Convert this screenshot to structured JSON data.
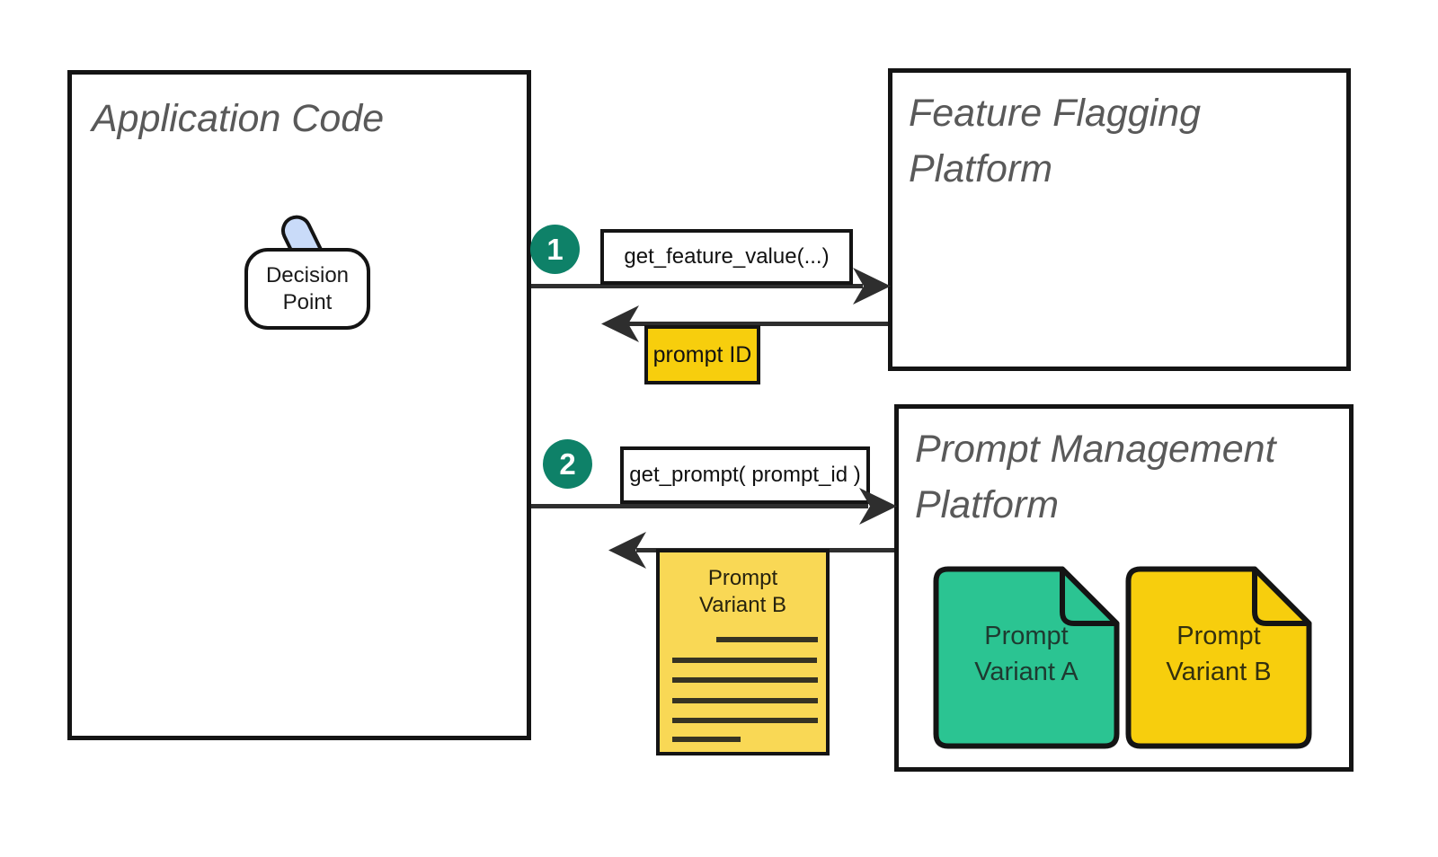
{
  "diagram": {
    "app_code": {
      "title": "Application Code"
    },
    "decision_point": {
      "line1": "Decision",
      "line2": "Point"
    },
    "feature_flagging": {
      "title_line1": "Feature Flagging",
      "title_line2": "Platform"
    },
    "prompt_management": {
      "title_line1": "Prompt Management",
      "title_line2": "Platform"
    },
    "step1": {
      "badge": "1",
      "call_label": "get_feature_value(...)",
      "return_label": "prompt ID"
    },
    "step2": {
      "badge": "2",
      "call_label": "get_prompt( prompt_id )"
    },
    "returned_doc": {
      "title_line1": "Prompt",
      "title_line2": "Variant B"
    },
    "variant_a": {
      "line1": "Prompt",
      "line2": "Variant A"
    },
    "variant_b": {
      "line1": "Prompt",
      "line2": "Variant B"
    },
    "colors": {
      "badge_teal": "#0e8168",
      "gold": "#f7ce0d",
      "light_gold": "#f9d855",
      "file_green": "#2bc492",
      "lever_blue": "#c9dbf9",
      "title_gray": "#595959",
      "line_dark": "#2e2e2e",
      "border_black": "#141414"
    }
  }
}
